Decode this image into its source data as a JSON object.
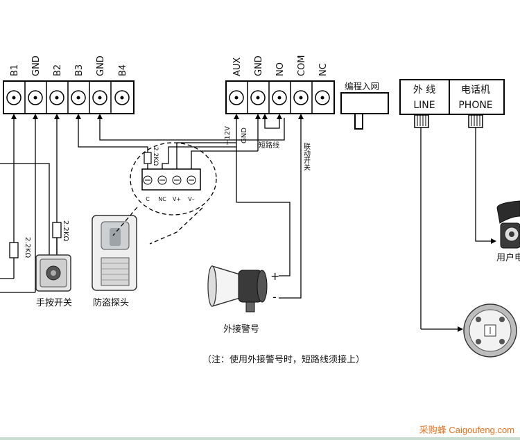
{
  "left_terminals": [
    "B1",
    "GND",
    "B2",
    "B3",
    "GND",
    "B4"
  ],
  "right_terminals": [
    "AUX",
    "GND",
    "NO",
    "COM",
    "NC"
  ],
  "program_port": "编程入网",
  "line_box": {
    "left_cn": "外 线",
    "left_en": "LINE",
    "right_cn": "电话机",
    "right_en": "PHONE"
  },
  "detector_terminals": [
    "C",
    "NC",
    "V+",
    "V–"
  ],
  "resistor_label": "2.2KΩ",
  "wire_labels": {
    "plus12v": "+12V",
    "gnd": "GND",
    "short": "短路线",
    "linkage": "联动开关"
  },
  "device_labels": {
    "panic": "手按开关",
    "pir": "防盗探头",
    "siren": "外接警号",
    "user_phone": "用户电"
  },
  "siren_polarity": {
    "plus": "+",
    "minus": "-"
  },
  "note": "（注：使用外接警号时，短路线须接上）",
  "watermark": "采购蜂 Caigoufeng.com"
}
